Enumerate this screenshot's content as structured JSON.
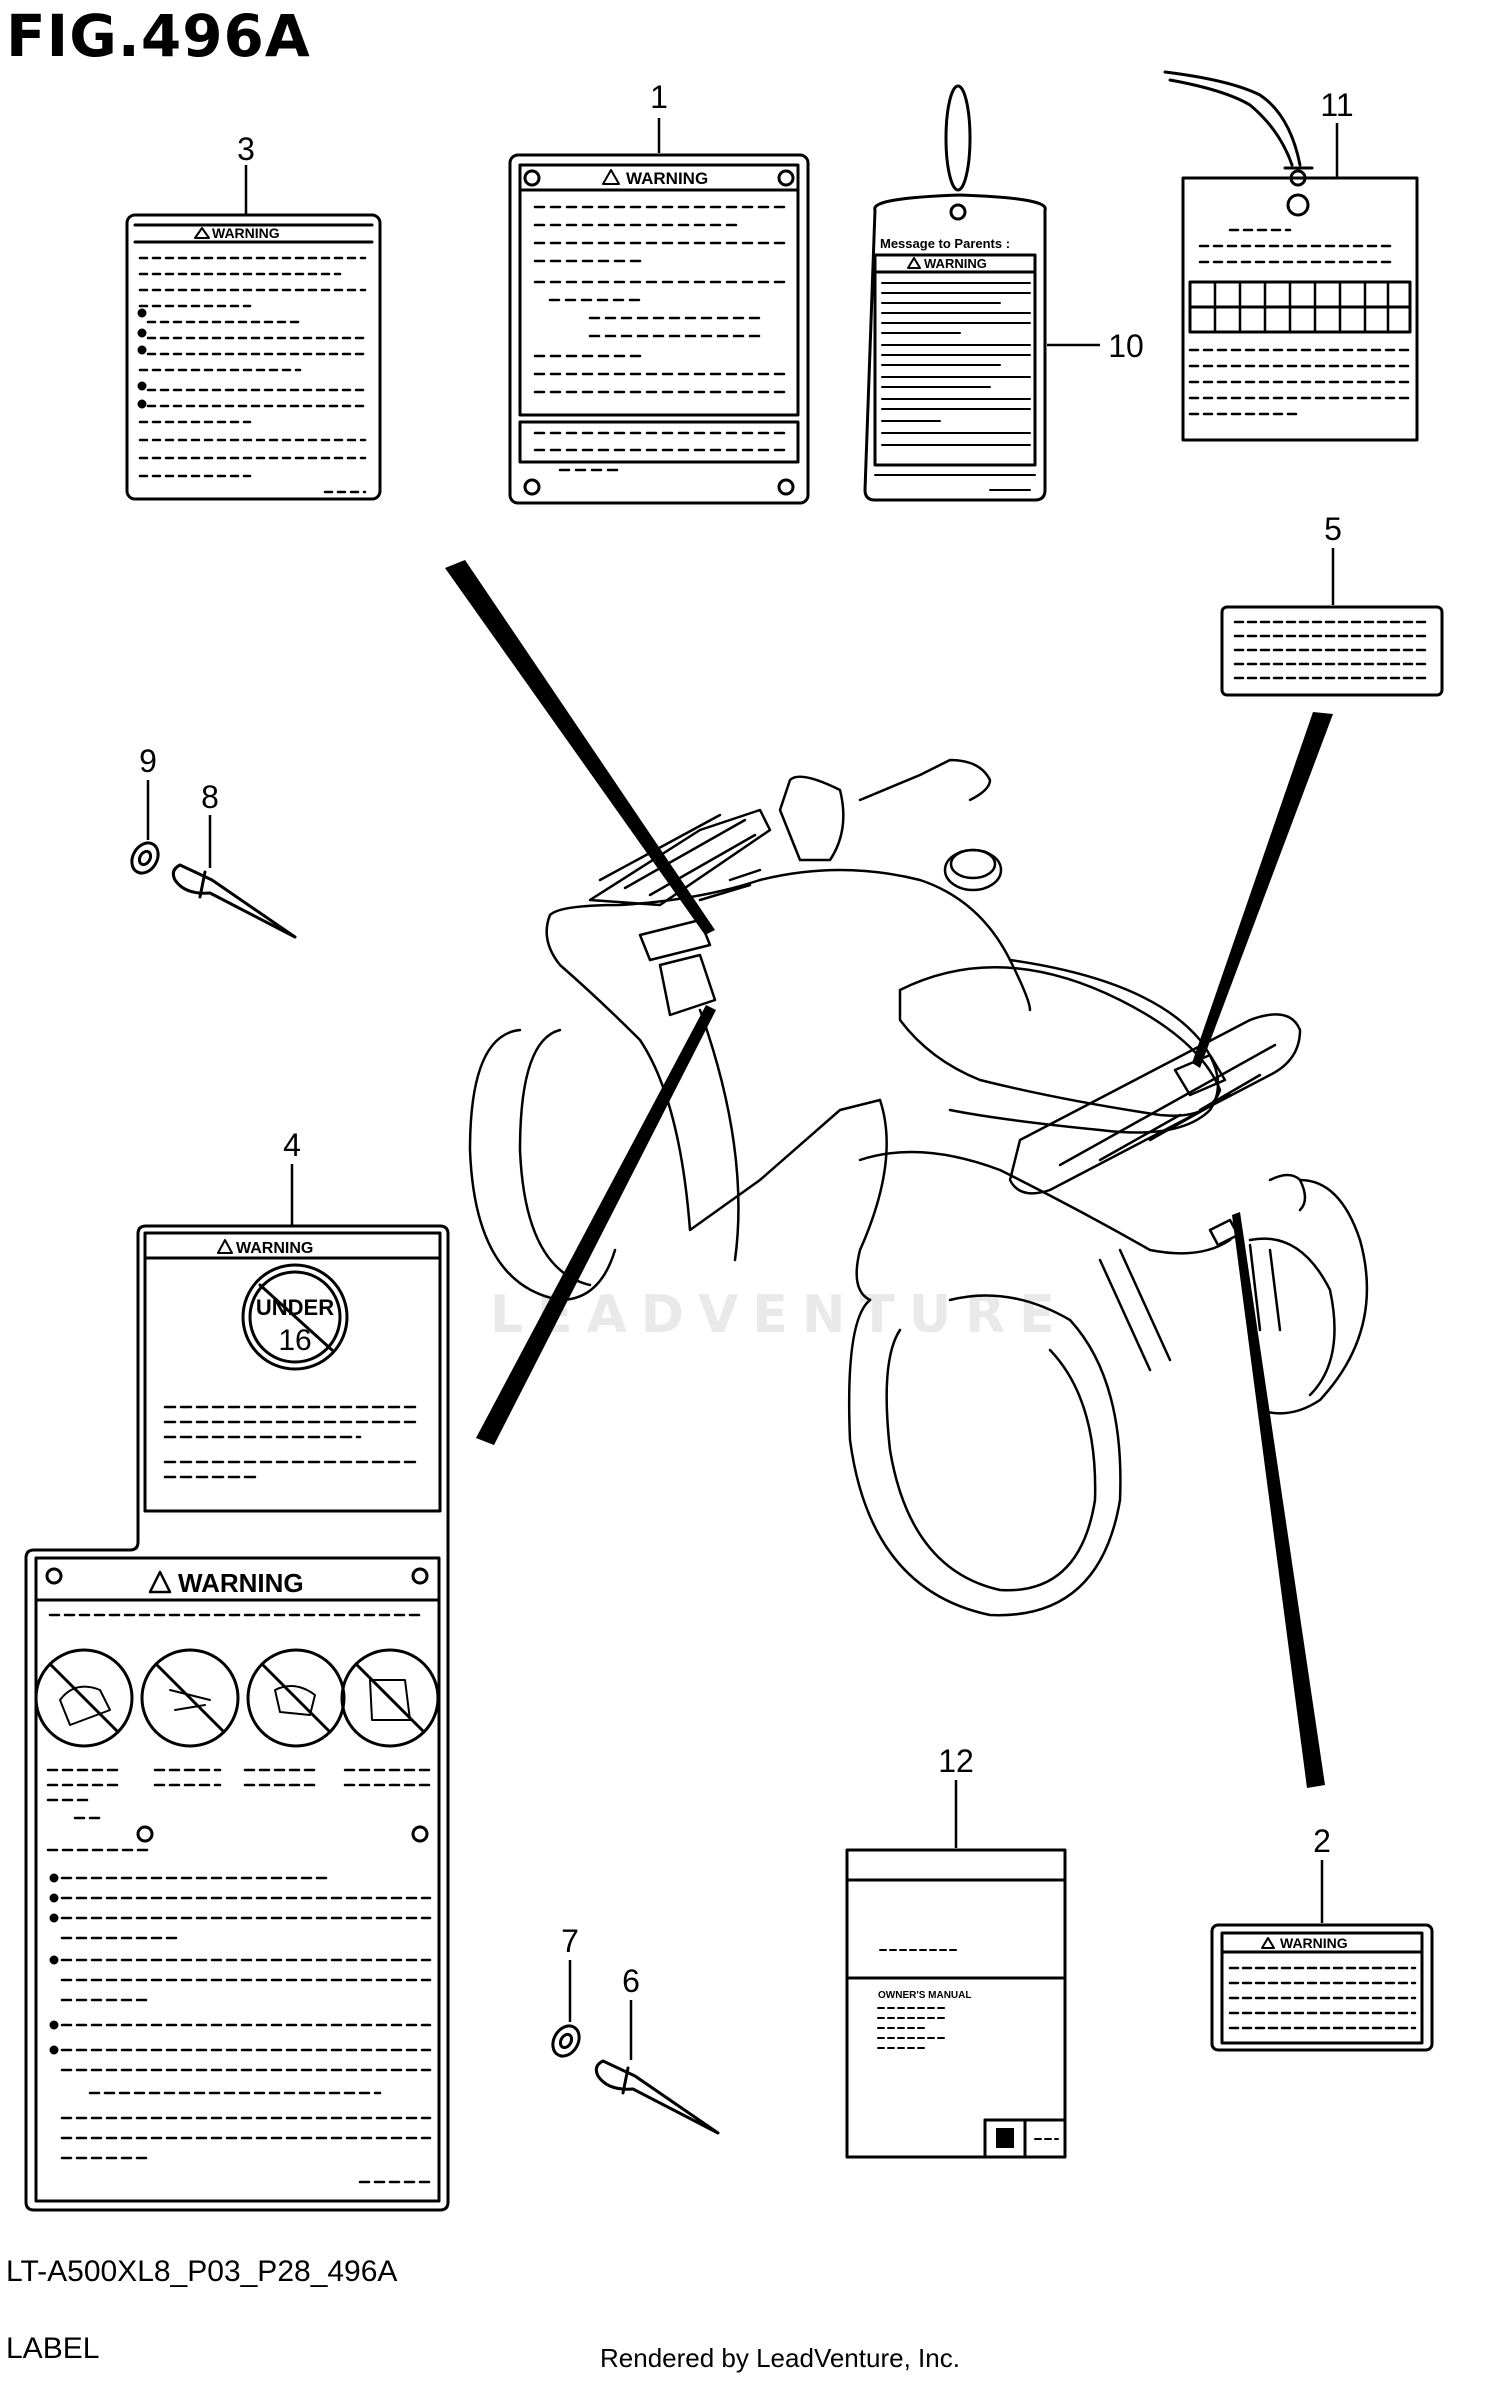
{
  "figure": {
    "title": "FIG.496A",
    "code": "LT-A500XL8_P03_P28_496A",
    "label": "LABEL",
    "credit": "Rendered by LeadVenture, Inc.",
    "watermark": "LEADVENTURE"
  },
  "callouts": [
    "1",
    "2",
    "3",
    "4",
    "5",
    "6",
    "7",
    "8",
    "9",
    "10",
    "11",
    "12"
  ],
  "labels": {
    "warning": "WARNING",
    "parents": "Message to Parents :",
    "under": "UNDER",
    "age": "16",
    "manual": "OWNER'S MANUAL"
  },
  "colors": {
    "ink": "#000000",
    "paper": "#ffffff",
    "watermark": "#e9e9e9"
  }
}
